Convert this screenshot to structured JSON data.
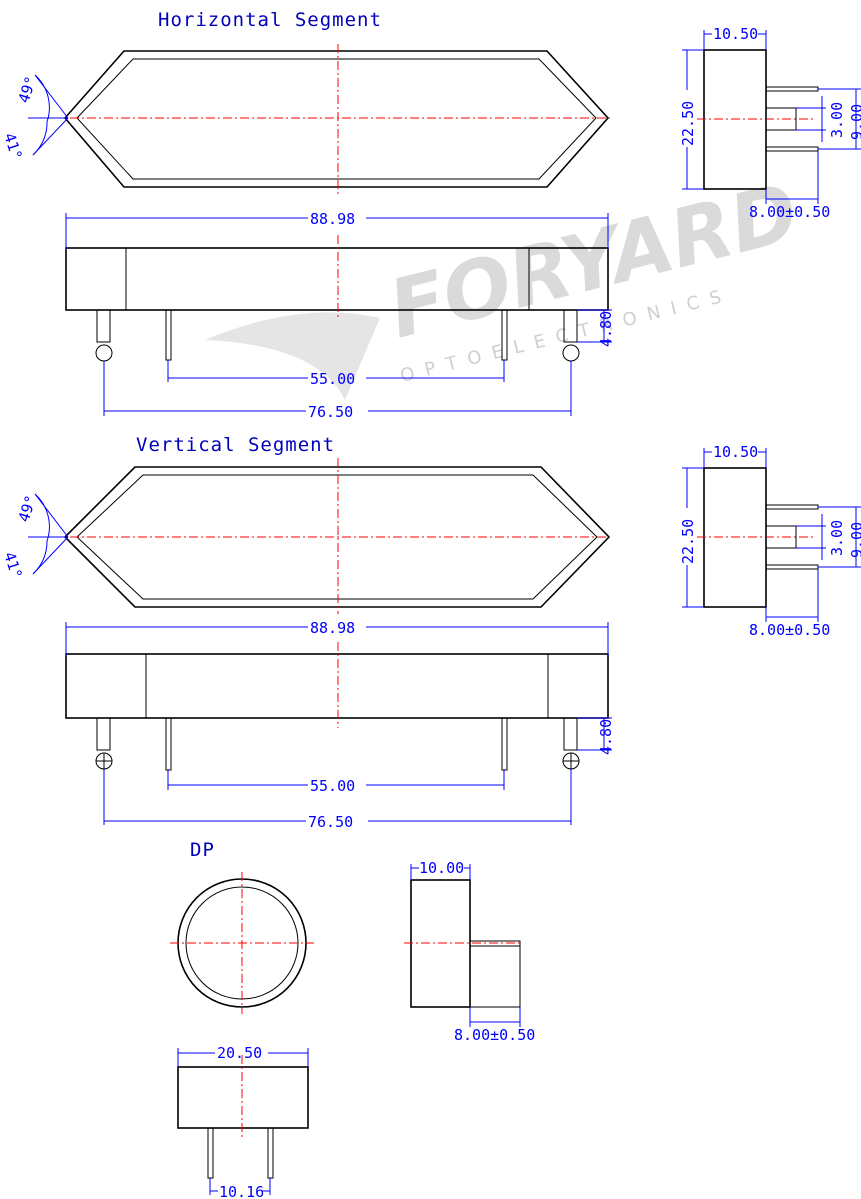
{
  "watermark": {
    "brand": "FORYARD",
    "tagline": "OPTOELECTRONICS"
  },
  "horizontal": {
    "title": "Horizontal Segment",
    "angle_upper": "49°",
    "angle_lower": "41°",
    "length": "88.98",
    "pin_spacing_inner": "55.00",
    "pin_spacing_outer": "76.50",
    "pin_height": "4.80",
    "side_depth": "10.50",
    "side_height": "22.50",
    "side_pin_gap": "3.00",
    "side_pin_span": "9.00",
    "side_pin_length": "8.00±0.50"
  },
  "vertical": {
    "title": "Vertical Segment",
    "angle_upper": "49°",
    "angle_lower": "41°",
    "length": "88.98",
    "pin_spacing_inner": "55.00",
    "pin_spacing_outer": "76.50",
    "pin_height": "4.80",
    "side_depth": "10.50",
    "side_height": "22.50",
    "side_pin_gap": "3.00",
    "side_pin_span": "9.00",
    "side_pin_length": "8.00±0.50"
  },
  "dp": {
    "title": "DP",
    "side_depth": "10.00",
    "side_pin_length": "8.00±0.50",
    "width": "20.50",
    "pin_spacing": "10.16"
  }
}
